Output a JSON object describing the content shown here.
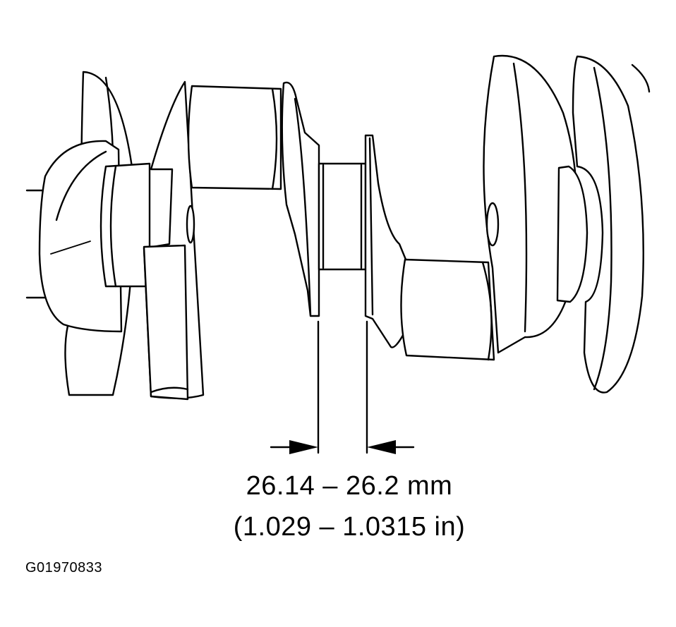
{
  "figure": {
    "measurement_metric": "26.14 – 26.2 mm",
    "measurement_imperial": "(1.029 – 1.0315 in)",
    "figure_id": "G01970833"
  },
  "colors": {
    "ink": "#000000",
    "paper": "#ffffff"
  }
}
